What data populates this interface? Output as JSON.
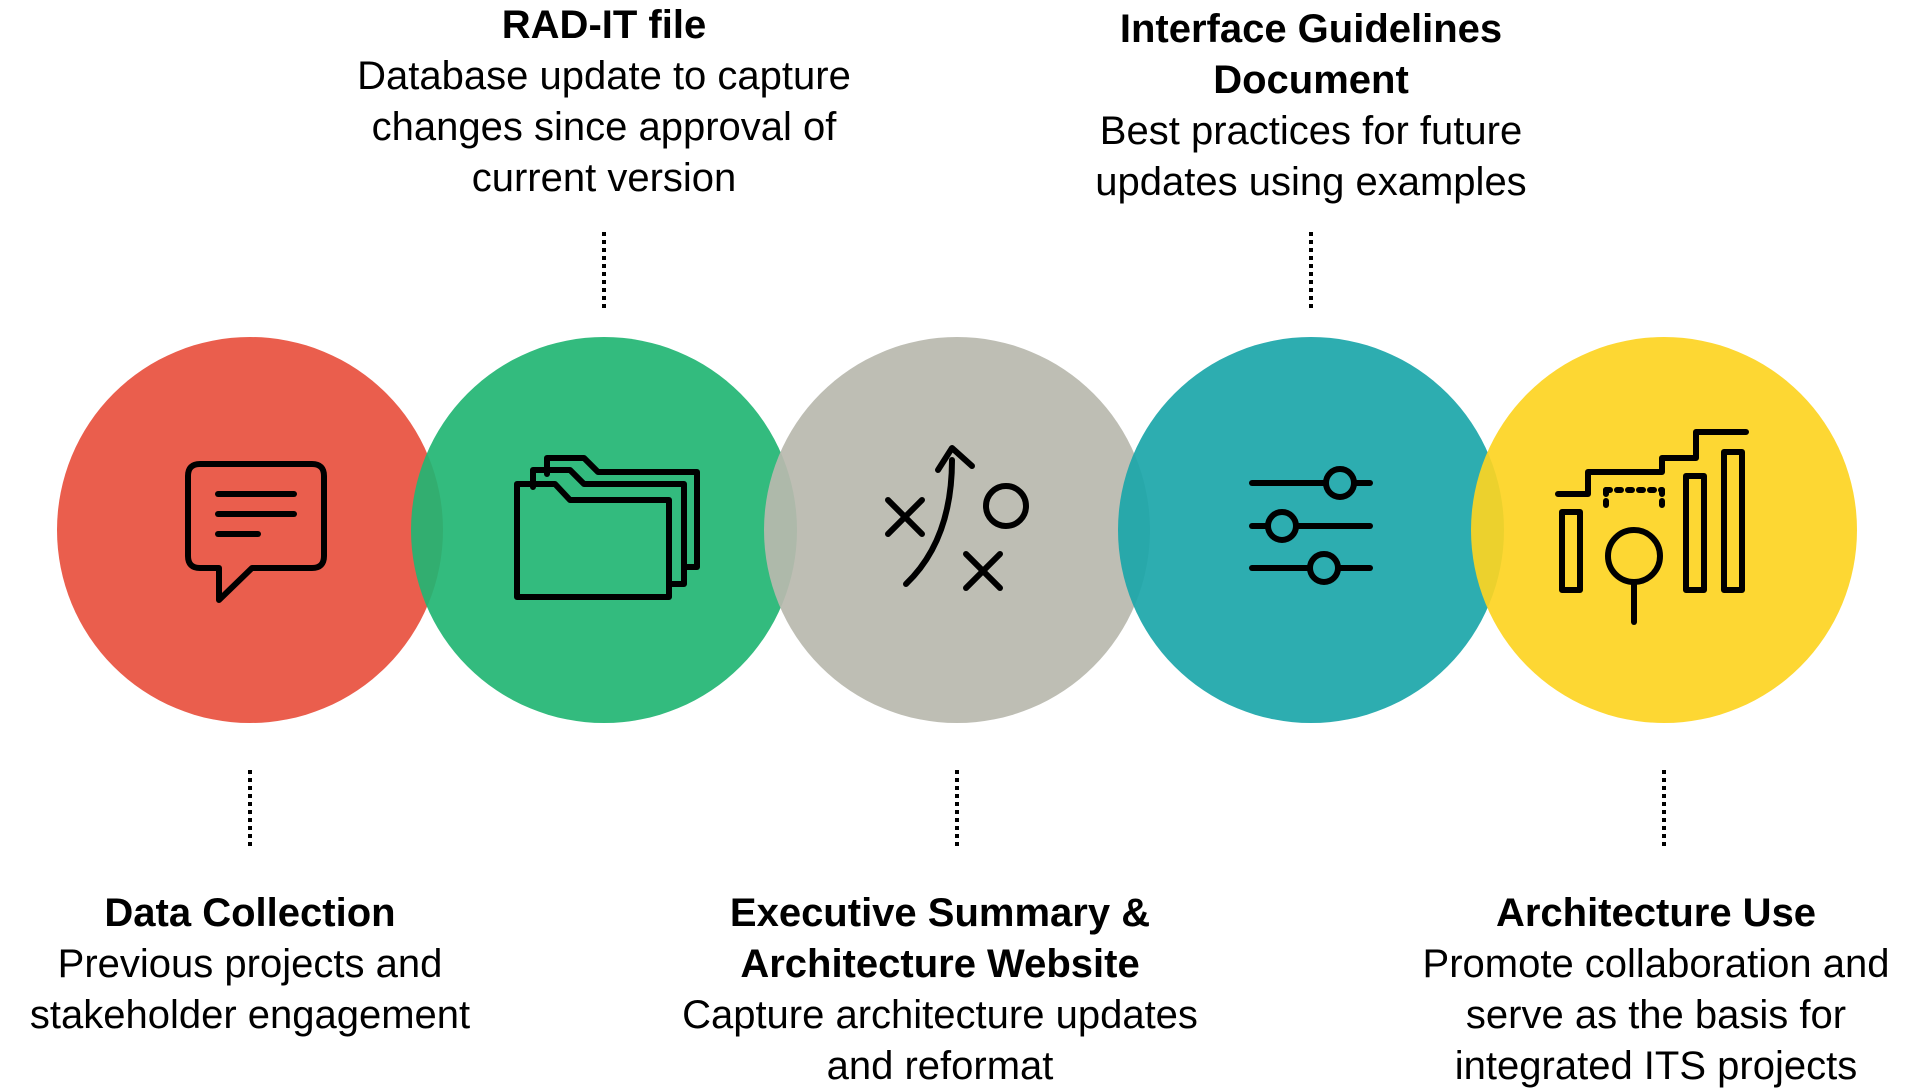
{
  "stages": [
    {
      "id": "data-collection",
      "title": "Data Collection",
      "description": "Previous projects and\nstakeholder engagement",
      "color": "#E8503E",
      "icon": "chat-bubble-icon"
    },
    {
      "id": "rad-it-file",
      "title": "RAD-IT file",
      "description": "Database update to capture\nchanges since approval of\ncurrent version",
      "color": "#22B573",
      "icon": "folders-icon"
    },
    {
      "id": "executive-summary",
      "title": "Executive Summary &\nArchitecture Website",
      "description": "Capture architecture updates\nand reformat",
      "color": "#B8B8AE",
      "icon": "strategy-play-icon"
    },
    {
      "id": "interface-guidelines",
      "title": "Interface Guidelines\nDocument",
      "description": "Best practices for future\nupdates using examples",
      "color": "#1BA6A9",
      "icon": "sliders-icon"
    },
    {
      "id": "architecture-use",
      "title": "Architecture Use",
      "description": "Promote collaboration and\nserve as the basis for\nintegrated ITS projects",
      "color": "#FDD422",
      "icon": "bar-chart-magnifier-icon"
    }
  ]
}
